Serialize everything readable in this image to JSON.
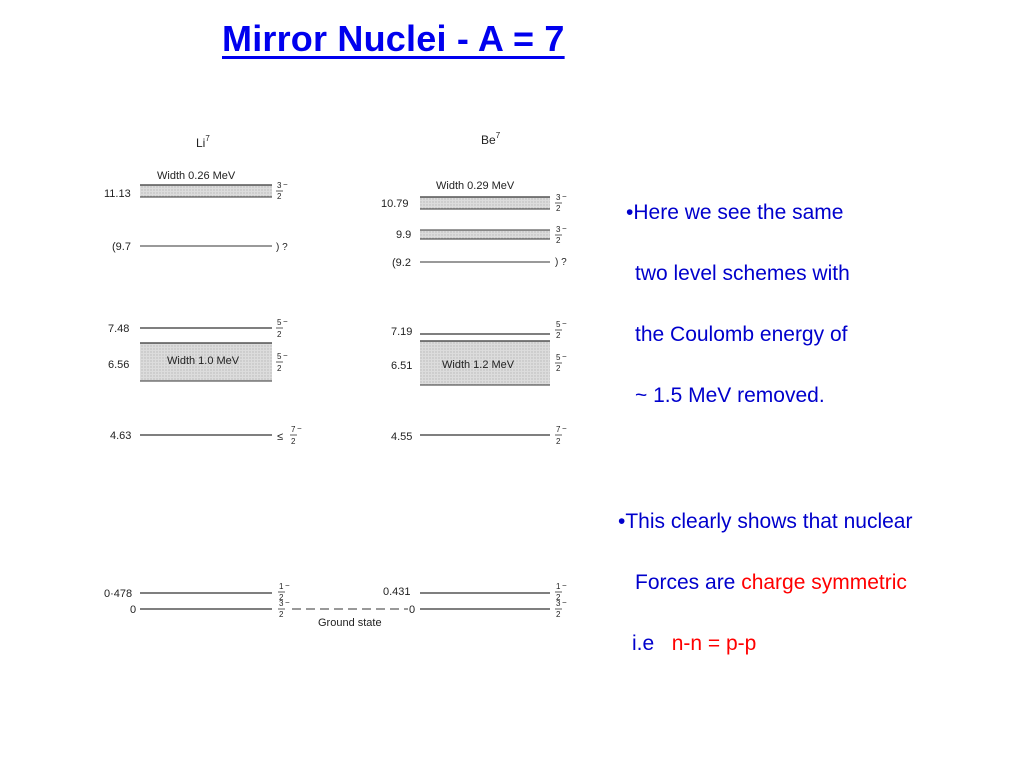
{
  "title": "Mirror Nuclei -  A = 7",
  "diagram": {
    "li": {
      "label": "Li",
      "label_sup": "7",
      "width_top": "Width 0.26 MeV",
      "width_mid": "Width 1.0 MeV",
      "levels": [
        "11.13",
        "(9.7",
        "7.48",
        "6.56",
        "4.63",
        "0·478",
        "0"
      ],
      "spins": {
        "s1": {
          "num": "3",
          "sign": "−",
          "den": "2"
        },
        "s2": {
          "text": ") ?"
        },
        "s3": {
          "num": "5",
          "sign": "−",
          "den": "2"
        },
        "s4": {
          "num": "5",
          "sign": "−",
          "den": "2"
        },
        "s5": {
          "prefix": "≤",
          "num": "7",
          "sign": "−",
          "den": "2"
        },
        "s6": {
          "num": "1",
          "sign": "−",
          "den": "2"
        },
        "s7": {
          "num": "3",
          "sign": "−",
          "den": "2"
        }
      }
    },
    "be": {
      "label": "Be",
      "label_sup": "7",
      "width_top": "Width 0.29 MeV",
      "width_mid": "Width 1.2 MeV",
      "levels": [
        "10.79",
        "9.9",
        "(9.2",
        "7.19",
        "6.51",
        "4.55",
        "0.431",
        "0"
      ],
      "spins": {
        "s1": {
          "num": "3",
          "sign": "−",
          "den": "2"
        },
        "s2": {
          "num": "3",
          "sign": "−",
          "den": "2"
        },
        "s3": {
          "text": ") ?"
        },
        "s4": {
          "num": "5",
          "sign": "−",
          "den": "2"
        },
        "s5": {
          "num": "5",
          "sign": "−",
          "den": "2"
        },
        "s6": {
          "num": "7",
          "sign": "−",
          "den": "2"
        },
        "s7": {
          "num": "1",
          "sign": "−",
          "den": "2"
        },
        "s8": {
          "num": "3",
          "sign": "−",
          "den": "2"
        }
      }
    },
    "ground_state": "Ground state"
  },
  "bullets": {
    "b1_l1": "•Here we see the same",
    "b1_l2": "two level schemes with",
    "b1_l3": "the Coulomb energy of",
    "b1_l4": "~ 1.5 MeV removed.",
    "b2_l1": "•This clearly shows that nuclear",
    "b2_l2a": "Forces are ",
    "b2_l2b": "charge symmetric",
    "b2_l3a": "i.e   ",
    "b2_l3b": "n-n = p-p"
  },
  "colors": {
    "title": "#0000ee",
    "text": "#0000cc",
    "highlight": "#ff0000"
  }
}
